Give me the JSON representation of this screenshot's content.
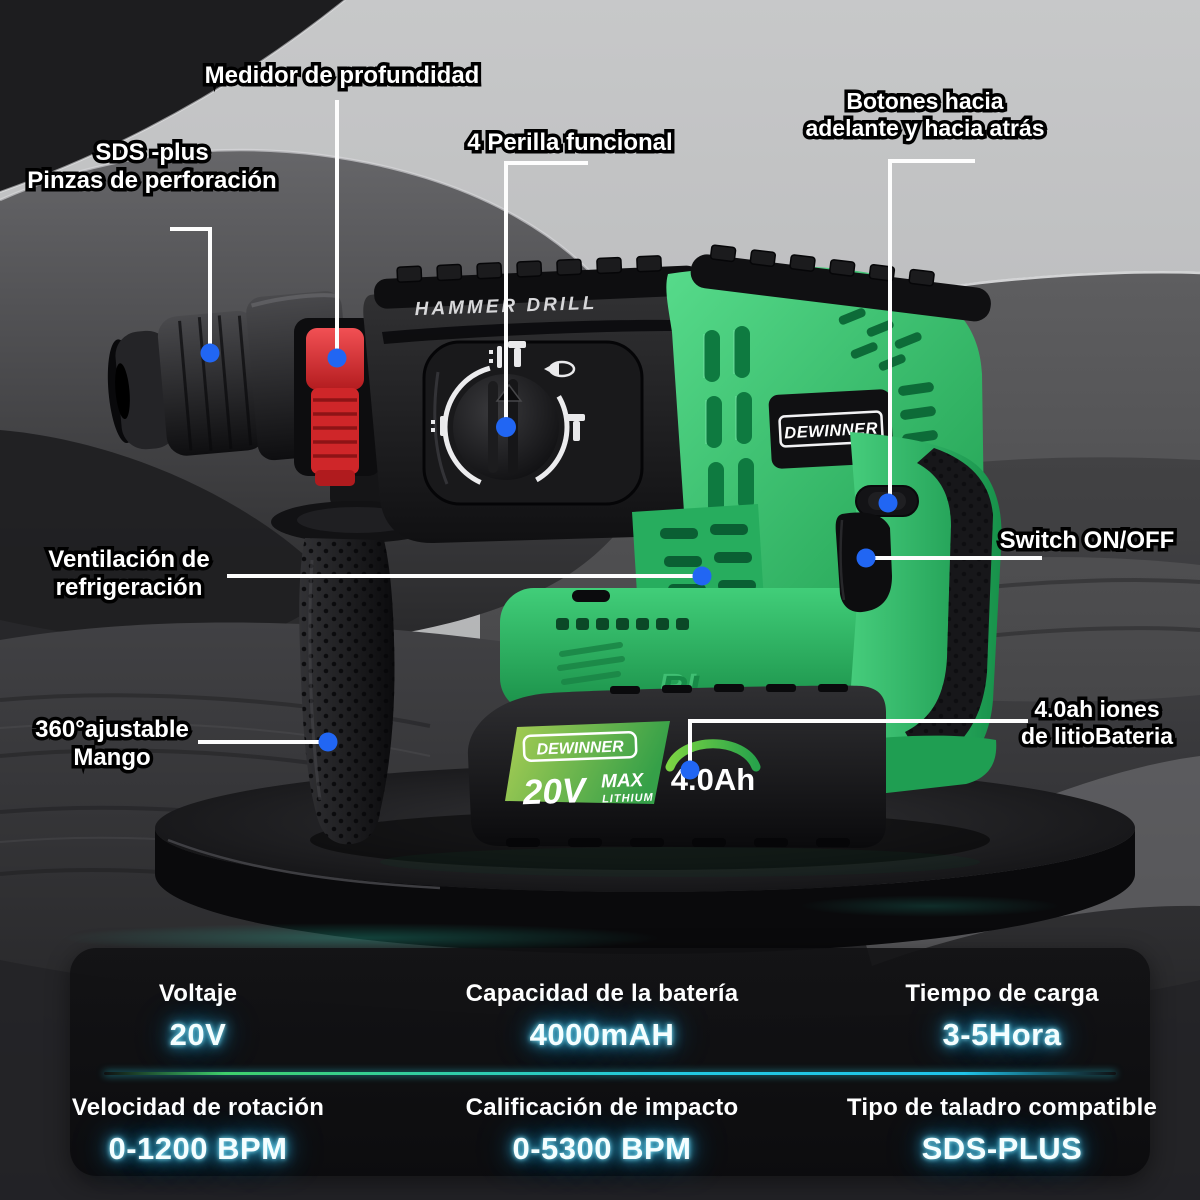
{
  "product": {
    "top_label": "HAMMER DRILL",
    "brand_badge": "DEWINNER",
    "motor_label": "BL",
    "battery": {
      "brand": "DEWINNER",
      "voltage": "20V",
      "max": "MAX",
      "lithium": "LITHIUM",
      "capacity": "4.0Ah"
    }
  },
  "callouts": [
    {
      "id": "depth-gauge",
      "lines": [
        "Medidor de profundidad"
      ]
    },
    {
      "id": "sds-chuck",
      "lines": [
        "SDS -plus",
        "Pinzas de perforación"
      ]
    },
    {
      "id": "function-knob",
      "lines": [
        "4 Perilla funcional"
      ]
    },
    {
      "id": "fwd-rev-buttons",
      "lines": [
        "Botones hacia",
        "adelante y hacia atrás"
      ]
    },
    {
      "id": "cooling-vent",
      "lines": [
        "Ventilación de",
        "refrigeración"
      ]
    },
    {
      "id": "on-off-switch",
      "lines": [
        "Switch ON/OFF"
      ]
    },
    {
      "id": "side-handle",
      "lines": [
        "360°ajustable",
        "Mango"
      ]
    },
    {
      "id": "lithium-battery",
      "lines": [
        "4.0ah iones",
        "de litioBateria"
      ]
    }
  ],
  "specs": {
    "rows": [
      [
        {
          "label": "Voltaje",
          "value": "20V"
        },
        {
          "label": "Capacidad de la batería",
          "value": "4000mAH"
        },
        {
          "label": "Tiempo de carga",
          "value": "3-5Hora"
        }
      ],
      [
        {
          "label": "Velocidad de rotación",
          "value": "0-1200 BPM"
        },
        {
          "label": "Calificación de impacto",
          "value": "0-5300 BPM"
        },
        {
          "label": "Tipo de taladro compatible",
          "value": "SDS-PLUS"
        }
      ]
    ]
  },
  "colors": {
    "tool_green": "#2fbd68",
    "tool_green_dark": "#1b9149",
    "depth_gauge_red": "#d92b2e",
    "callout_dot_blue": "#2166f3",
    "callout_line_white": "#fdfdfd",
    "glow_cyan": "#35d8f5",
    "divider_green": "#3fd06c",
    "divider_cyan": "#23c9e0",
    "battery_label_green": "#8fbf47",
    "panel_black": "#0d0d0f"
  }
}
